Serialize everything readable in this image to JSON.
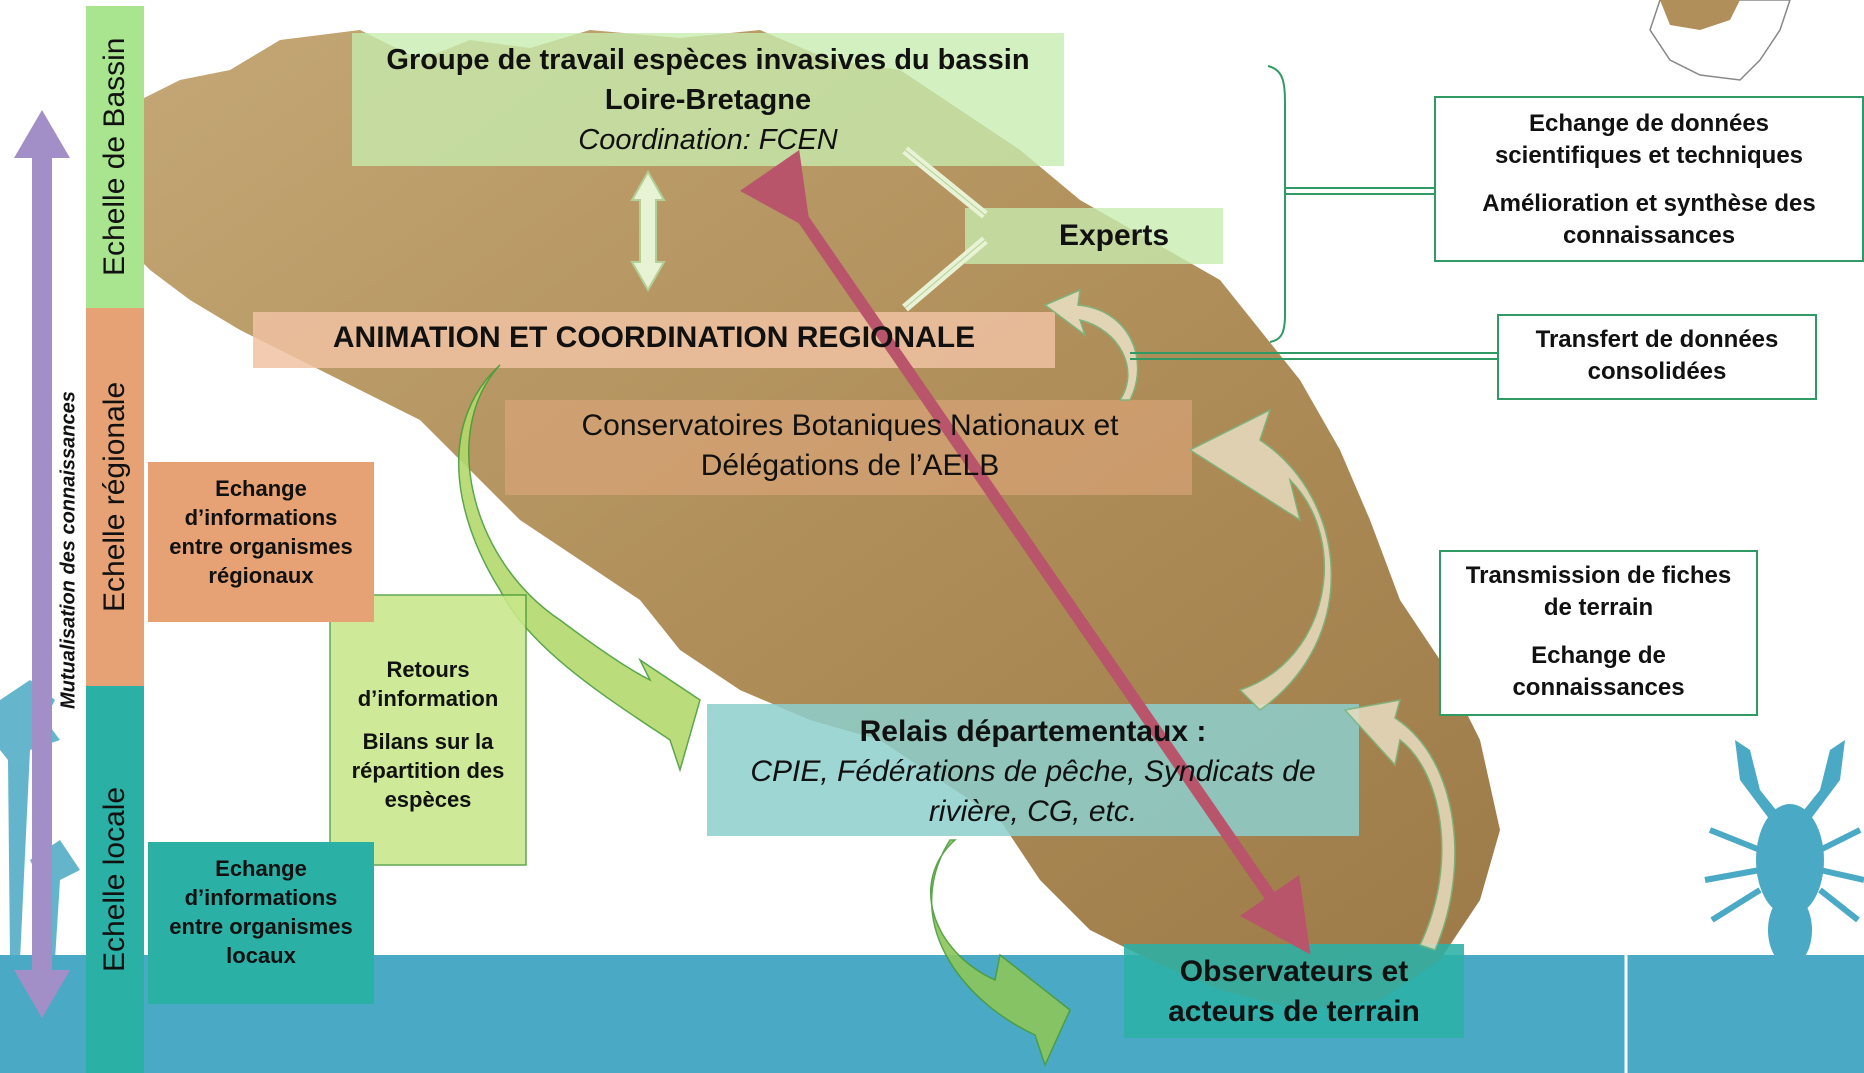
{
  "scales": {
    "axis_label": "Mutualisation des connaissances",
    "bassin": "Echelle de Bassin",
    "regionale": "Echelle régionale",
    "locale": "Echelle locale"
  },
  "boxes": {
    "groupe": {
      "title": "Groupe de travail espèces invasives du bassin Loire-Bretagne",
      "subtitle": "Coordination: FCEN"
    },
    "experts": "Experts",
    "animation": "ANIMATION ET COORDINATION REGIONALE",
    "conservatoires": "Conservatoires Botaniques Nationaux et Délégations de l’AELB",
    "relais": {
      "title": "Relais départementaux :",
      "subtitle": "CPIE, Fédérations de pêche, Syndicats de rivière, CG, etc."
    },
    "observateurs": "Observateurs et acteurs de terrain",
    "echange_regional": "Echange d’informations entre organismes régionaux",
    "retours": {
      "line1": "Retours d’information",
      "line2": "Bilans sur la répartition des espèces"
    },
    "echange_local": "Echange d’informations entre organismes locaux"
  },
  "side_notes": {
    "scientifique": {
      "line1": "Echange de données scientifiques et techniques",
      "line2": "Amélioration et synthèse des connaissances"
    },
    "transfert": "Transfert de données consolidées",
    "transmission": {
      "line1": "Transmission de fiches de terrain",
      "line2": "Echange de connaissances"
    }
  },
  "colors": {
    "bassin": "#a9e58e",
    "regionale": "#e6a274",
    "locale": "#2bb0a6",
    "map": "#b08f5a",
    "water": "#4aa9c4",
    "axis": "#a38fc7",
    "box_border": "#2f9a63"
  }
}
